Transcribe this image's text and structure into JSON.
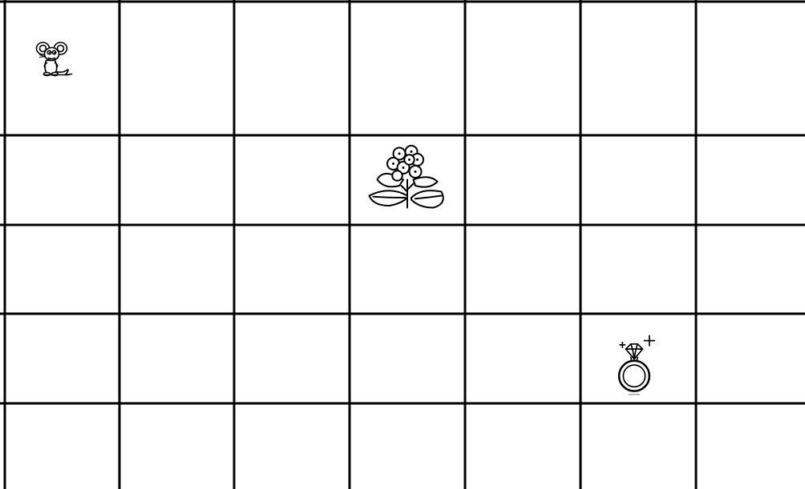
{
  "board": {
    "rows": 5,
    "cols": 7,
    "line_color": "#000000",
    "background_color": "#ffffff"
  },
  "pieces": [
    {
      "name": "mouse",
      "icon": "mouse-icon",
      "row": 1,
      "col": 1
    },
    {
      "name": "flower",
      "icon": "flower-icon",
      "row": 2,
      "col": 4
    },
    {
      "name": "ring",
      "icon": "diamond-ring-icon",
      "row": 4,
      "col": 6
    }
  ]
}
